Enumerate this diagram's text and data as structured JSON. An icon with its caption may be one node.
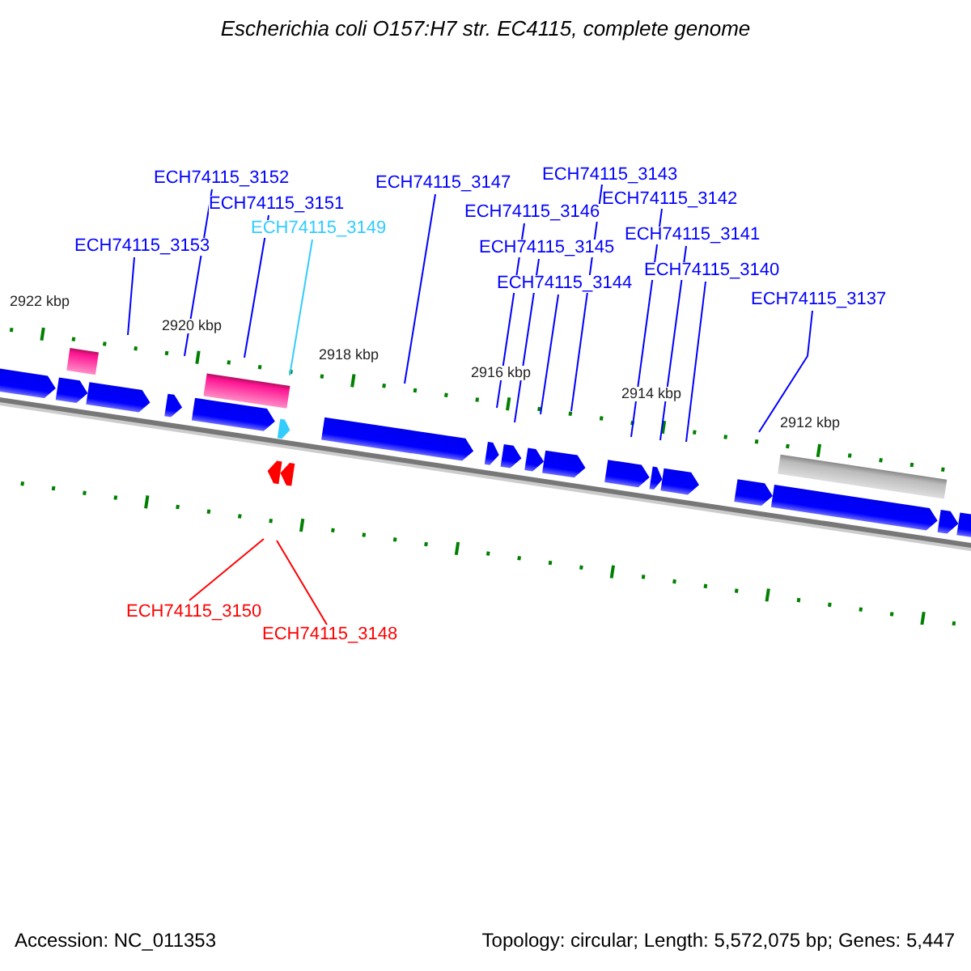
{
  "diagram": {
    "title": "Escherichia coli O157:H7 str. EC4115, complete genome",
    "nodes": [
      {
        "text": [
          "ECH74115_3143"
        ]
      },
      {
        "text": [
          "ECH74115_3152"
        ]
      },
      {
        "text": [
          "ECH74115_3147"
        ]
      },
      {
        "text": [
          "ECH74115_3142"
        ]
      },
      {
        "text": [
          "ECH74115_3151"
        ]
      },
      {
        "text": [
          "ECH74115_3146"
        ]
      },
      {
        "text": [
          "ECH74115_3149"
        ]
      },
      {
        "text": [
          "ECH74115_3141"
        ]
      },
      {
        "text": [
          "ECH74115_3153"
        ]
      },
      {
        "text": [
          "ECH74115_3145"
        ]
      },
      {
        "text": [
          "ECH74115_3140"
        ]
      },
      {
        "text": [
          "ECH74115_3144"
        ]
      },
      {
        "text": [
          "ECH74115_3137"
        ]
      },
      {
        "text": [
          "ECH74115_3150"
        ]
      },
      {
        "text": [
          "ECH74115_3148"
        ]
      }
    ],
    "edges": [
      {
        "from": 0,
        "to": null,
        "arrow": "none"
      },
      {
        "from": 1,
        "to": null,
        "arrow": "none"
      },
      {
        "from": 2,
        "to": null,
        "arrow": "none"
      },
      {
        "from": 3,
        "to": null,
        "arrow": "none"
      },
      {
        "from": 4,
        "to": null,
        "arrow": "none"
      },
      {
        "from": 5,
        "to": null,
        "arrow": "none"
      },
      {
        "from": 6,
        "to": null,
        "arrow": "none",
        "color": "#33ccff"
      },
      {
        "from": 7,
        "to": null,
        "arrow": "none"
      },
      {
        "from": 8,
        "to": null,
        "arrow": "none"
      },
      {
        "from": 9,
        "to": null,
        "arrow": "none"
      },
      {
        "from": 10,
        "to": null,
        "arrow": "none"
      },
      {
        "from": 11,
        "to": null,
        "arrow": "none"
      },
      {
        "from": 12,
        "to": null,
        "arrow": "none"
      },
      {
        "from": 13,
        "to": null,
        "arrow": "none",
        "color": "#ff0000"
      },
      {
        "from": 14,
        "to": null,
        "arrow": "none",
        "color": "#ff0000"
      }
    ],
    "labels": [
      "2922 kbp",
      "2920 kbp",
      "2918 kbp",
      "2916 kbp",
      "2914 kbp",
      "2912 kbp",
      "Accession: NC_011353",
      "Topology: circular; Length: 5,572,075 bp; Genes: 5,447"
    ]
  }
}
